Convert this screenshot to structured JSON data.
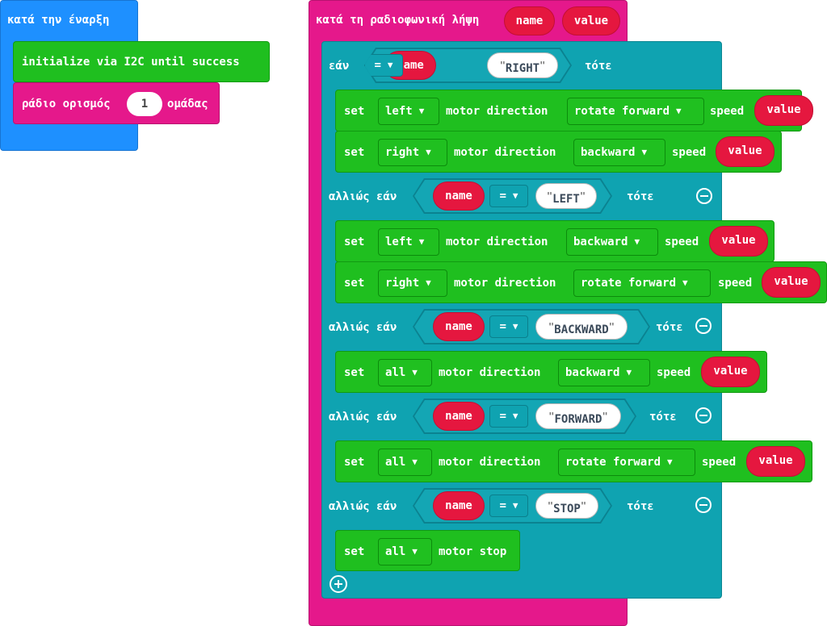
{
  "on_start": {
    "hat_label": "κατά την έναρξη",
    "init_label": "initialize via I2C until success",
    "radio_prefix": "ράδιο ορισμός",
    "radio_group": "1",
    "radio_suffix": "ομάδας"
  },
  "on_radio": {
    "hat_label": "κατά τη ραδιοφωνική λήψη",
    "param_name": "name",
    "param_value": "value"
  },
  "labels": {
    "if": "εάν",
    "else_if": "αλλιώς εάν",
    "then": "τότε",
    "set": "set",
    "motor_direction": "motor direction",
    "speed": "speed",
    "motor_stop": "motor stop",
    "eq": "=",
    "name": "name",
    "value": "value"
  },
  "conditions": [
    "RIGHT",
    "LEFT",
    "BACKWARD",
    "FORWARD",
    "STOP"
  ],
  "actions": [
    {
      "motor": "left",
      "direction": "rotate forward"
    },
    {
      "motor": "right",
      "direction": "backward"
    },
    {
      "motor": "left",
      "direction": "backward"
    },
    {
      "motor": "right",
      "direction": "rotate forward"
    },
    {
      "motor": "all",
      "direction": "backward"
    },
    {
      "motor": "all",
      "direction": "rotate forward"
    },
    {
      "motor": "all"
    }
  ],
  "colors": {
    "blue": "#1e90ff",
    "green": "#1fbf1f",
    "magenta": "#e5188b",
    "teal": "#0fa3b1",
    "red": "#e5173f"
  },
  "icons": {
    "dropdown": "caret-down-icon",
    "remove": "minus-circle-icon",
    "add": "plus-circle-icon"
  }
}
